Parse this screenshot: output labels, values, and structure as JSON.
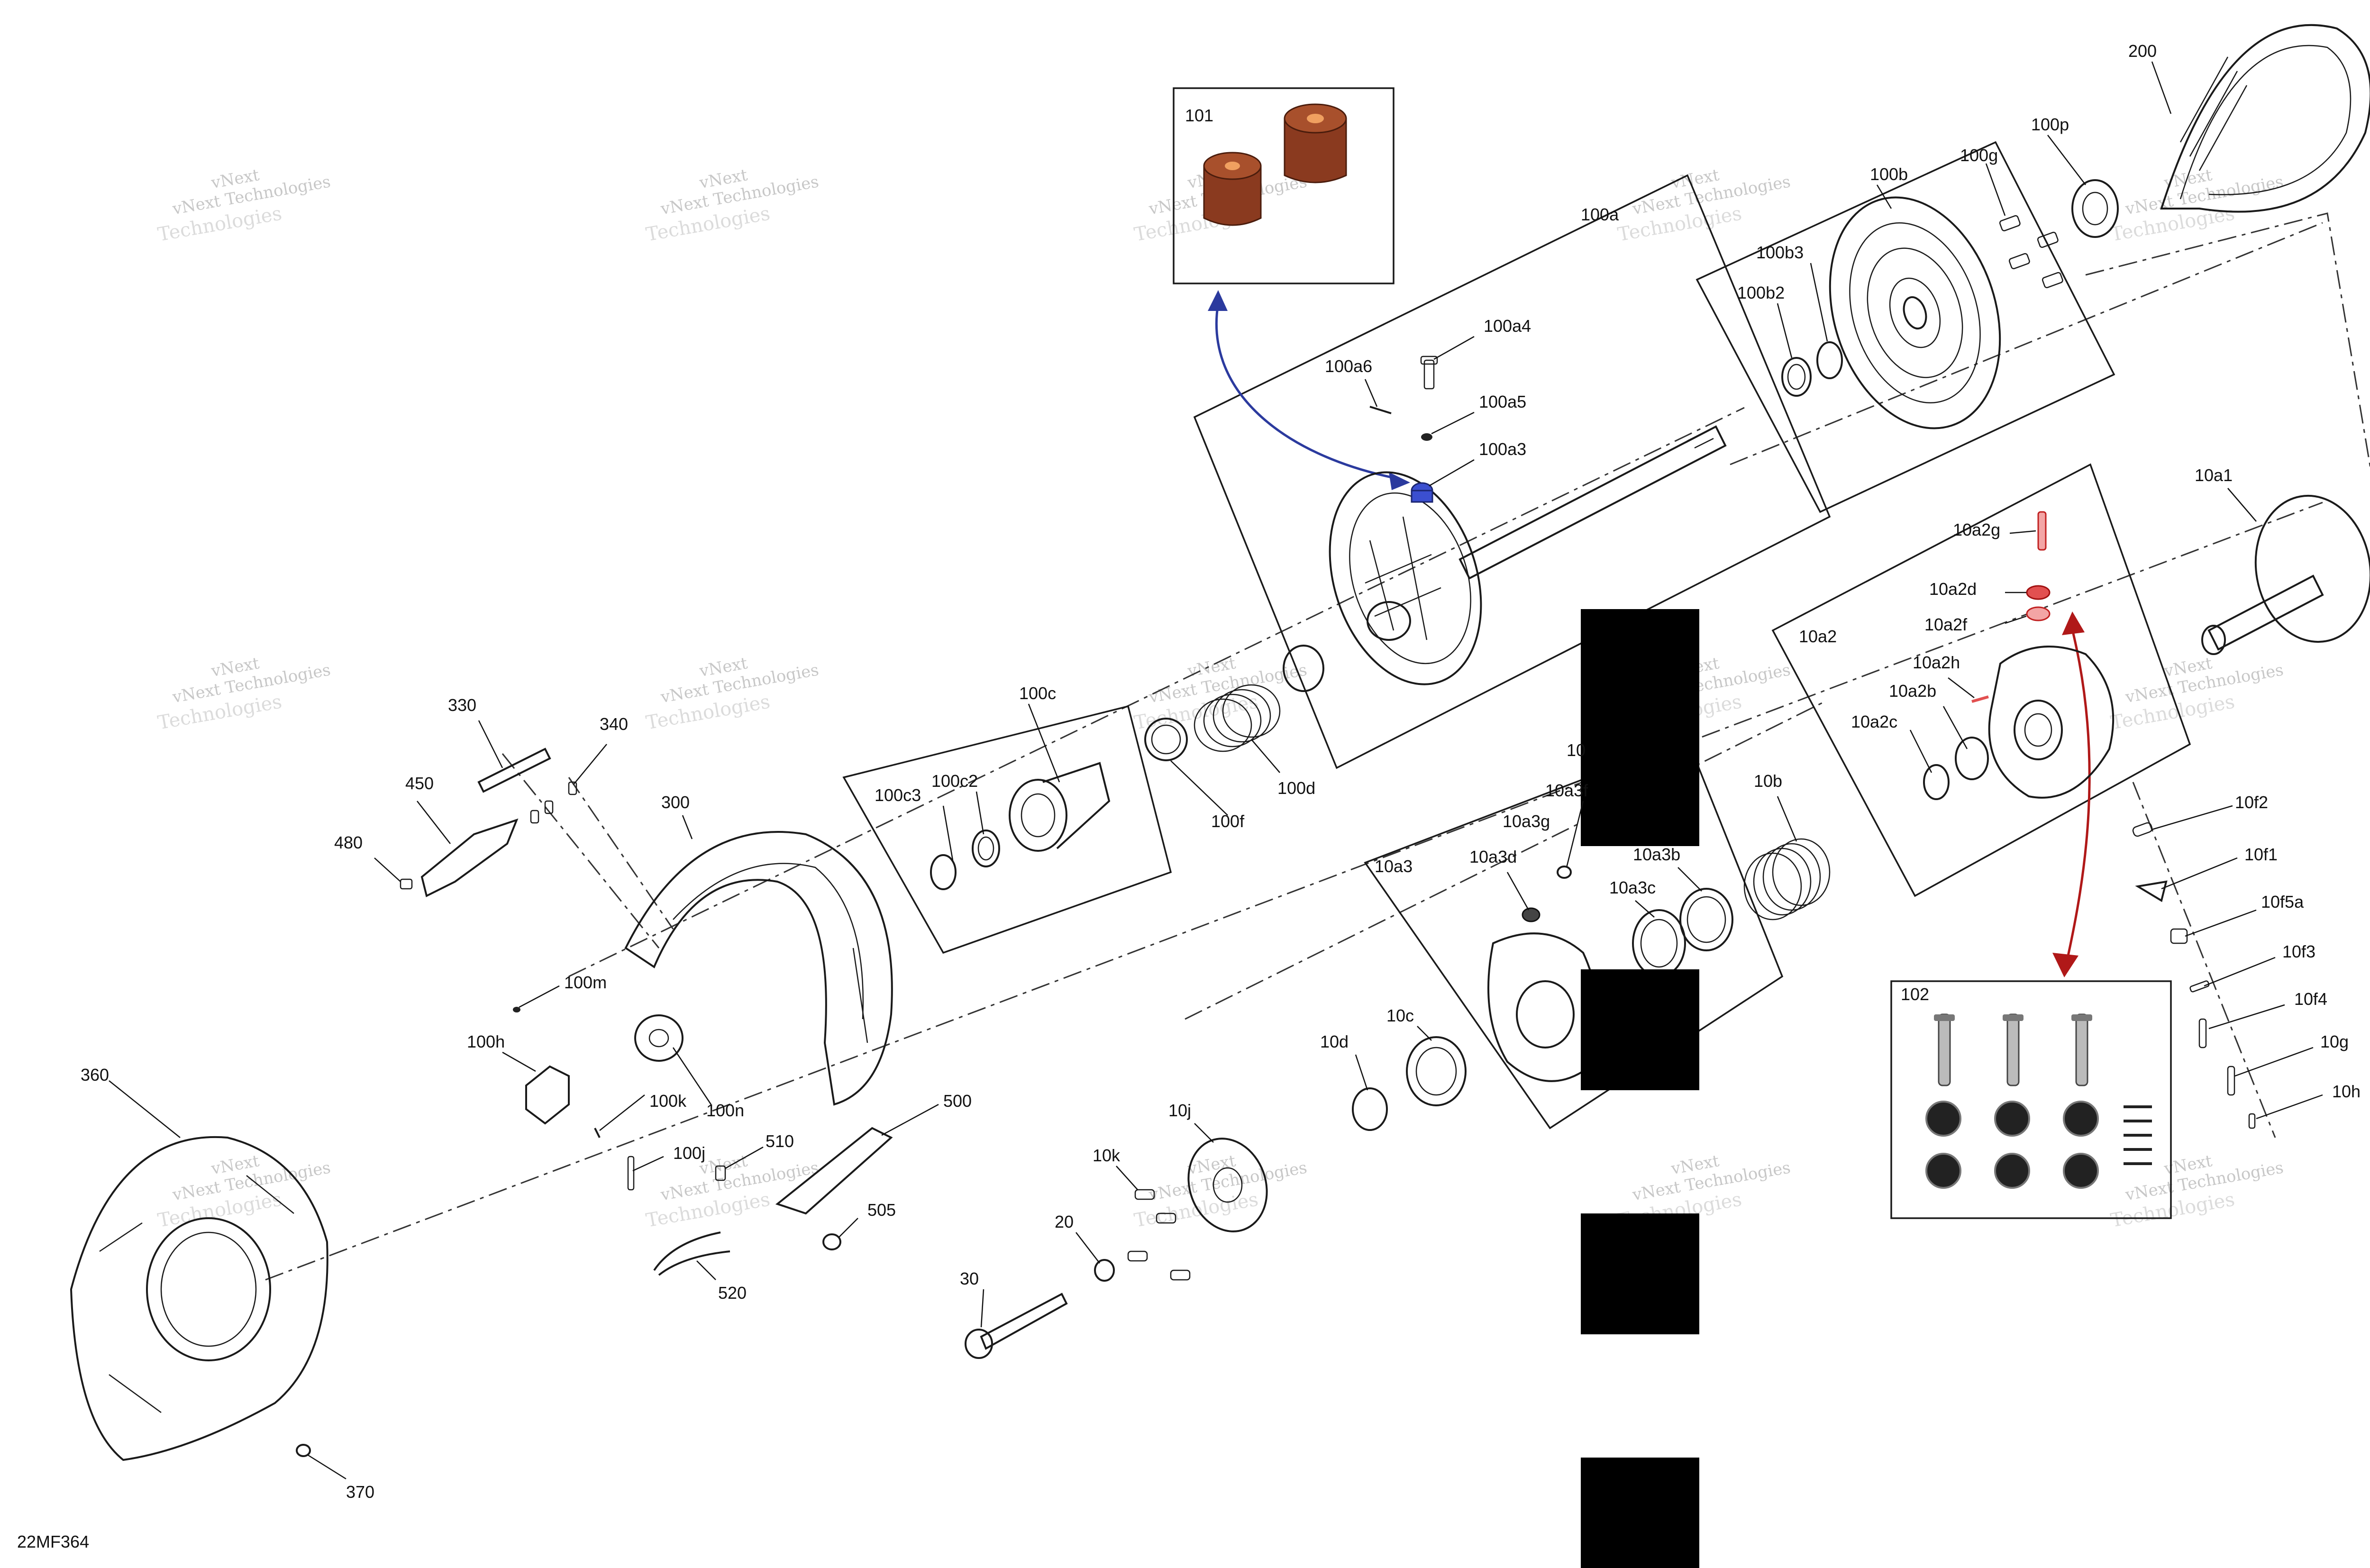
{
  "figure_code": "22MF364",
  "watermark": {
    "line1": "vNext",
    "line2": "Technologies",
    "small": "vNext Technologies"
  },
  "colors": {
    "blue_arrow": "#2b3a9e",
    "red_arrow": "#b01818",
    "red_parts": "#e25050",
    "blue_part": "#3b4fd0",
    "pad_brown": "#8a3a1f"
  },
  "insets": {
    "i101": "101",
    "i102": "102"
  },
  "labels": {
    "l200": "200",
    "l100p": "100p",
    "l100g": "100g",
    "l100b": "100b",
    "l100b3": "100b3",
    "l100b2": "100b2",
    "l100a": "100a",
    "l100a4": "100a4",
    "l100a6": "100a6",
    "l100a5": "100a5",
    "l100a3": "100a3",
    "l10a1": "10a1",
    "l10a2g": "10a2g",
    "l10a2d": "10a2d",
    "l10a2f": "10a2f",
    "l10a2": "10a2",
    "l10a2h": "10a2h",
    "l10a2b": "10a2b",
    "l10a2c": "10a2c",
    "l10f2": "10f2",
    "l10f1": "10f1",
    "l10f5a": "10f5a",
    "l10f3": "10f3",
    "l10f4": "10f4",
    "l10g": "10g",
    "l10h": "10h",
    "l100c": "100c",
    "l100c3": "100c3",
    "l100c2": "100c2",
    "l100d": "100d",
    "l100f": "100f",
    "l10a3f": "10a3f",
    "l10a3g": "10a3g",
    "l10a3d": "10a3d",
    "l10a3": "10a3",
    "l10a3b": "10a3b",
    "l10a3c": "10a3c",
    "l10b": "10b",
    "l10c": "10c",
    "l10d": "10d",
    "l10j": "10j",
    "l10k": "10k",
    "l10_partial": "10",
    "l20": "20",
    "l30": "30",
    "l330": "330",
    "l340": "340",
    "l450": "450",
    "l480": "480",
    "l300": "300",
    "l100m": "100m",
    "l100h": "100h",
    "l100k": "100k",
    "l100n": "100n",
    "l100j": "100j",
    "l510": "510",
    "l500": "500",
    "l505": "505",
    "l520": "520",
    "l360": "360",
    "l370": "370"
  }
}
